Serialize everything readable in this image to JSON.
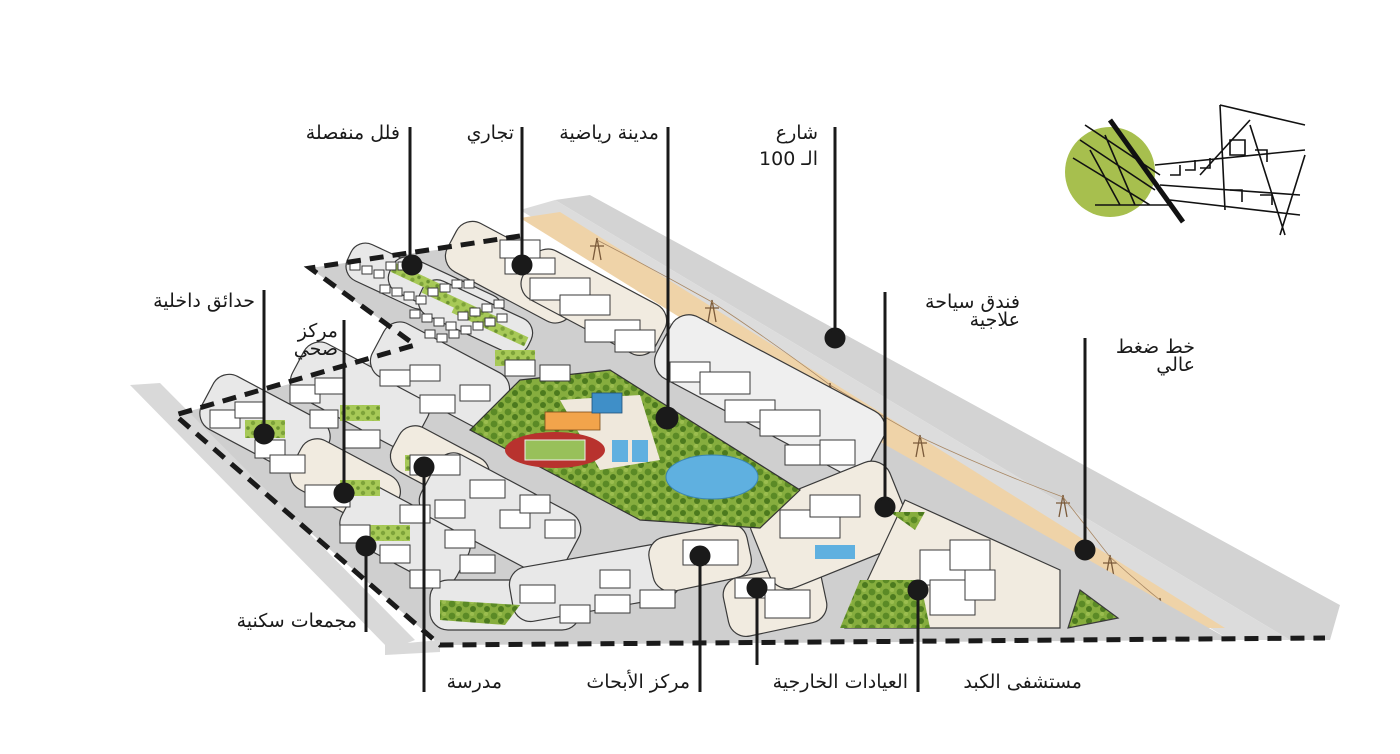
{
  "diagram": {
    "type": "isometric-masterplan",
    "colors": {
      "road": "#c9c9c9",
      "road_light": "#d8d8d8",
      "block": "#e4e4e4",
      "plaza": "#f1ebe0",
      "green": "#7fa83a",
      "green_dark": "#4f7a22",
      "powerline_strip": "#efd3a8",
      "water": "#5fb0e0",
      "track": "#b8322e",
      "court_orange": "#f2a44b",
      "court_blue": "#3f8fc8",
      "building": "#ffffff",
      "building_shade": "#bdbdbd",
      "boundary": "#1a1a1a",
      "key_map_circle": "#a7bf4e",
      "callout": "#1a1a1a"
    },
    "labels": {
      "detached_villas": "فلل منفصلة",
      "commercial": "تجاري",
      "sports_city": "مدينة رياضية",
      "street_100_line1": "شارع",
      "street_100_line2": "الـ 100",
      "internal_gardens": "حدائق داخلية",
      "health_center_line1": "مركز",
      "health_center_line2": "صحي",
      "medical_tourism_hotel_line1": "فندق سياحة",
      "medical_tourism_hotel_line2": "علاجية",
      "high_voltage_line1": "خط ضغط",
      "high_voltage_line2": "عالي",
      "residential_complexes": "مجمعات سكنية",
      "school": "مدرسة",
      "research_center": "مركز الأبحاث",
      "outpatient_clinics": "العيادات الخارجية",
      "liver_hospital": "مستشفى الكبد"
    },
    "key_map": {
      "description": "location key map with highlighted site circle",
      "highlight": "green-circle"
    }
  }
}
